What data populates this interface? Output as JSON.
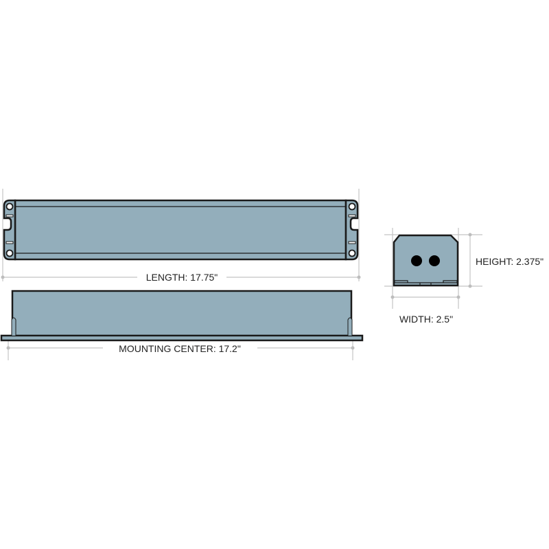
{
  "dimensions": {
    "length_label": "LENGTH: 17.75\"",
    "mounting_center_label": "MOUNTING CENTER: 17.2\"",
    "height_label": "HEIGHT: 2.375\"",
    "width_label": "WIDTH: 2.5\""
  },
  "colors": {
    "housing": "#93aebb",
    "outline": "#1a1a1a",
    "dimension_line": "#c4c4c4"
  }
}
